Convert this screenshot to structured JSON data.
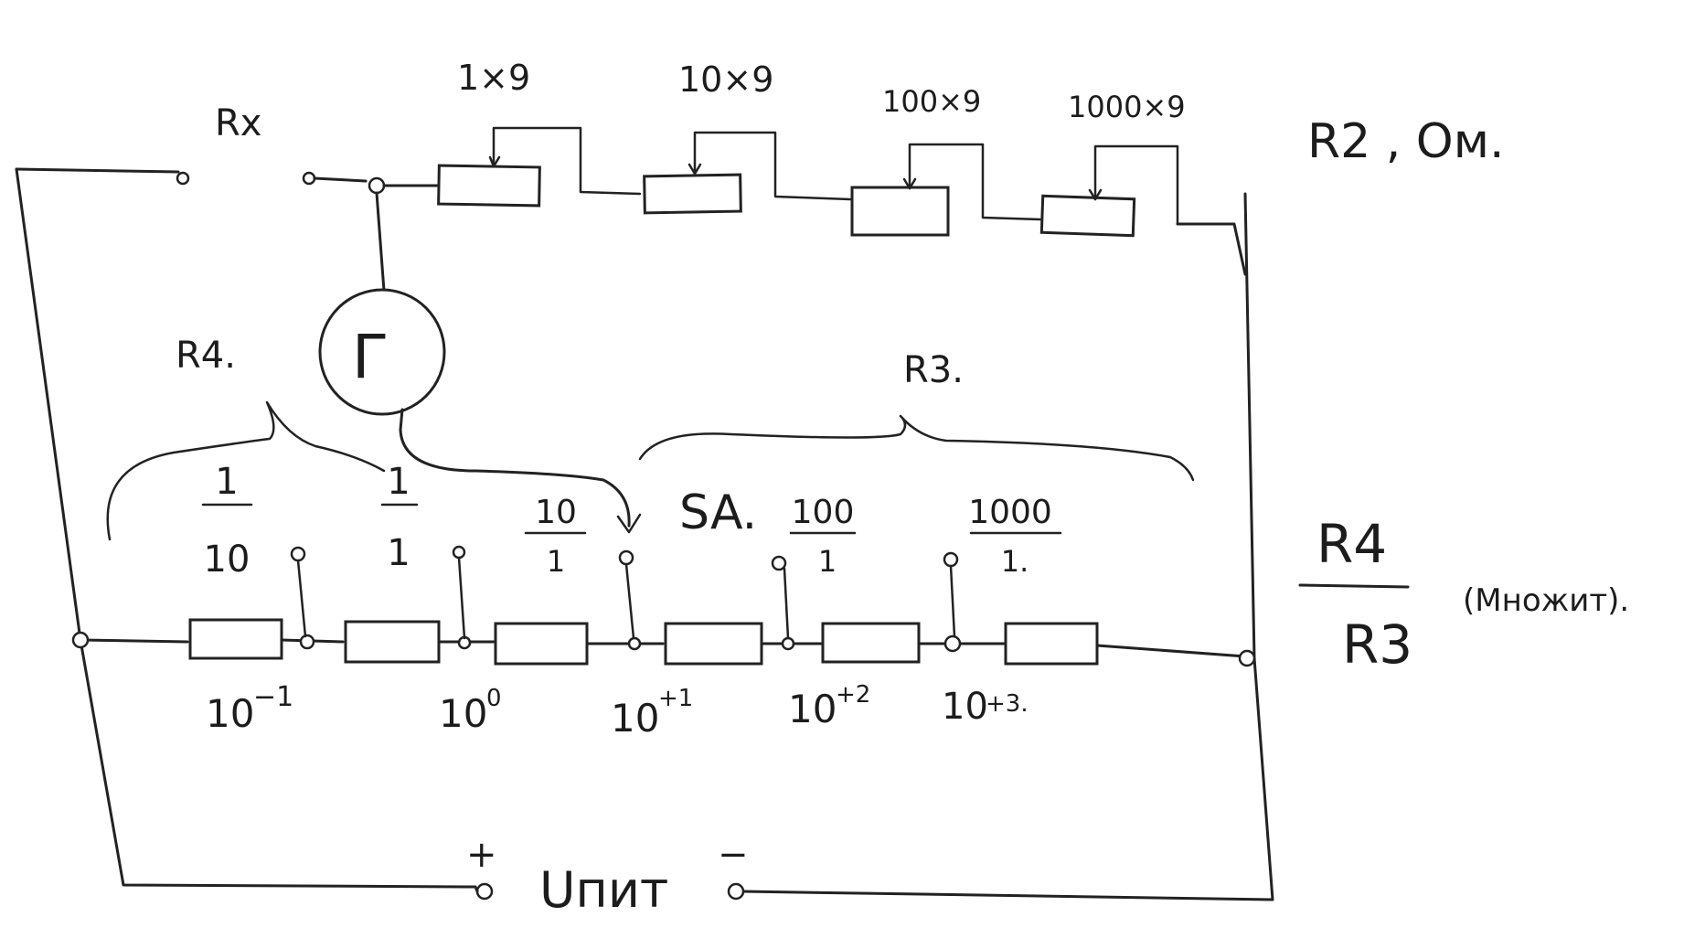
{
  "labels": {
    "rx": "Rx",
    "r2_unit": "R2 , Ом.",
    "r4": "R4.",
    "r3": "R3.",
    "galvanometer": "Г",
    "switch": "SA.",
    "ratio_num": "R4",
    "ratio_den": "R3",
    "ratio_note": "(Множит).",
    "supply": "Uпит",
    "plus": "+",
    "minus": "−"
  },
  "decades": [
    {
      "label": "1×9"
    },
    {
      "label": "10×9"
    },
    {
      "label": "100×9"
    },
    {
      "label": "1000×9"
    }
  ],
  "multiplier_positions": [
    {
      "num": "1",
      "den": "10"
    },
    {
      "num": "1",
      "den": "1"
    },
    {
      "num": "10",
      "den": "1"
    },
    {
      "num": "100",
      "den": "1"
    },
    {
      "num": "1000",
      "den": "1."
    }
  ],
  "resistor_values": [
    {
      "base": "10",
      "exp": "−1"
    },
    {
      "base": "10",
      "exp": "0"
    },
    {
      "base": "10",
      "exp": "+1"
    },
    {
      "base": "10",
      "exp": "+2"
    },
    {
      "base": "10",
      "exp": "+3."
    }
  ]
}
